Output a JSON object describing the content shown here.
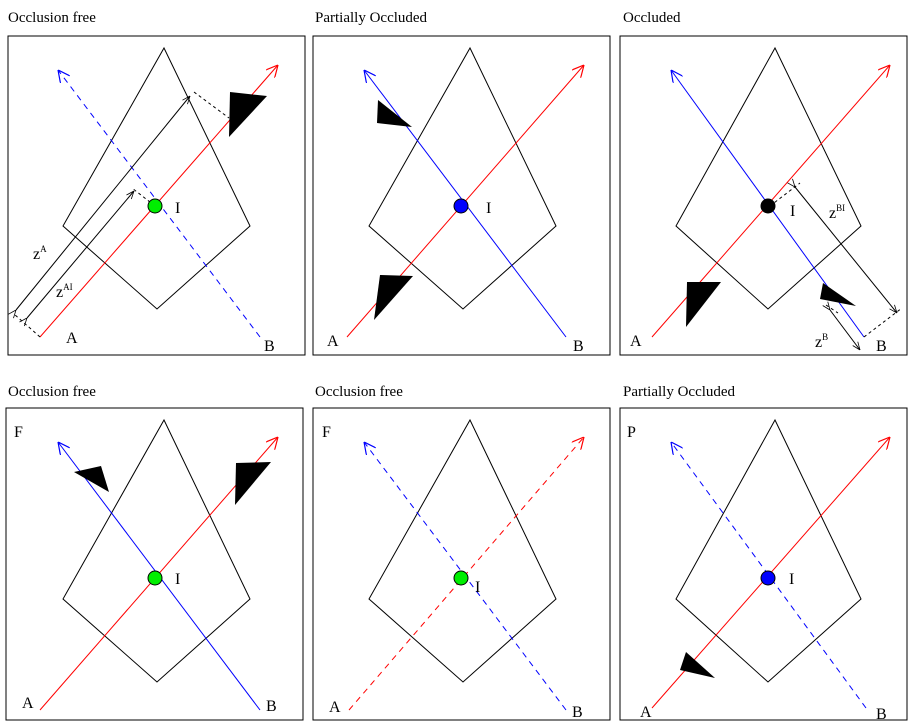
{
  "colors": {
    "ray_red": "#ff0000",
    "ray_blue": "#0000ff",
    "occlusion_free": "#00ee00",
    "partially_occluded": "#0000ff",
    "occluded": "#000000",
    "outline": "#000000"
  },
  "panels": [
    {
      "id": "p1",
      "title": "Occlusion free",
      "corner_label": "",
      "ray_a": {
        "label": "A",
        "style": "solid"
      },
      "ray_b": {
        "label": "B",
        "style": "dashed"
      },
      "intersection": {
        "label": "I",
        "status": "occlusion_free"
      },
      "occluders": [
        "on-ray-a"
      ],
      "distances": [
        {
          "main": "z",
          "sup": "A"
        },
        {
          "main": "z",
          "sup": "AI"
        }
      ]
    },
    {
      "id": "p2",
      "title": "Partially Occluded",
      "corner_label": "",
      "ray_a": {
        "label": "A",
        "style": "solid"
      },
      "ray_b": {
        "label": "B",
        "style": "solid"
      },
      "intersection": {
        "label": "I",
        "status": "partially_occluded"
      },
      "occluders": [
        "on-ray-b",
        "on-ray-a"
      ],
      "distances": []
    },
    {
      "id": "p3",
      "title": "Occluded",
      "corner_label": "",
      "ray_a": {
        "label": "A",
        "style": "solid"
      },
      "ray_b": {
        "label": "B",
        "style": "solid"
      },
      "intersection": {
        "label": "I",
        "status": "occluded"
      },
      "occluders": [
        "on-ray-a",
        "on-ray-b"
      ],
      "distances": [
        {
          "main": "z",
          "sup": "BI"
        },
        {
          "main": "z",
          "sup": "B"
        }
      ]
    },
    {
      "id": "p4",
      "title": "Occlusion free",
      "corner_label": "F",
      "ray_a": {
        "label": "A",
        "style": "solid"
      },
      "ray_b": {
        "label": "B",
        "style": "solid"
      },
      "intersection": {
        "label": "I",
        "status": "occlusion_free"
      },
      "occluders": [
        "on-ray-b",
        "on-ray-a"
      ],
      "distances": []
    },
    {
      "id": "p5",
      "title": "Occlusion free",
      "corner_label": "F",
      "ray_a": {
        "label": "A",
        "style": "dashed"
      },
      "ray_b": {
        "label": "B",
        "style": "dashed"
      },
      "intersection": {
        "label": "I",
        "status": "occlusion_free"
      },
      "occluders": [],
      "distances": []
    },
    {
      "id": "p6",
      "title": "Partially Occluded",
      "corner_label": "P",
      "ray_a": {
        "label": "A",
        "style": "solid"
      },
      "ray_b": {
        "label": "B",
        "style": "dashed"
      },
      "intersection": {
        "label": "I",
        "status": "partially_occluded"
      },
      "occluders": [
        "on-ray-a"
      ],
      "distances": []
    }
  ]
}
